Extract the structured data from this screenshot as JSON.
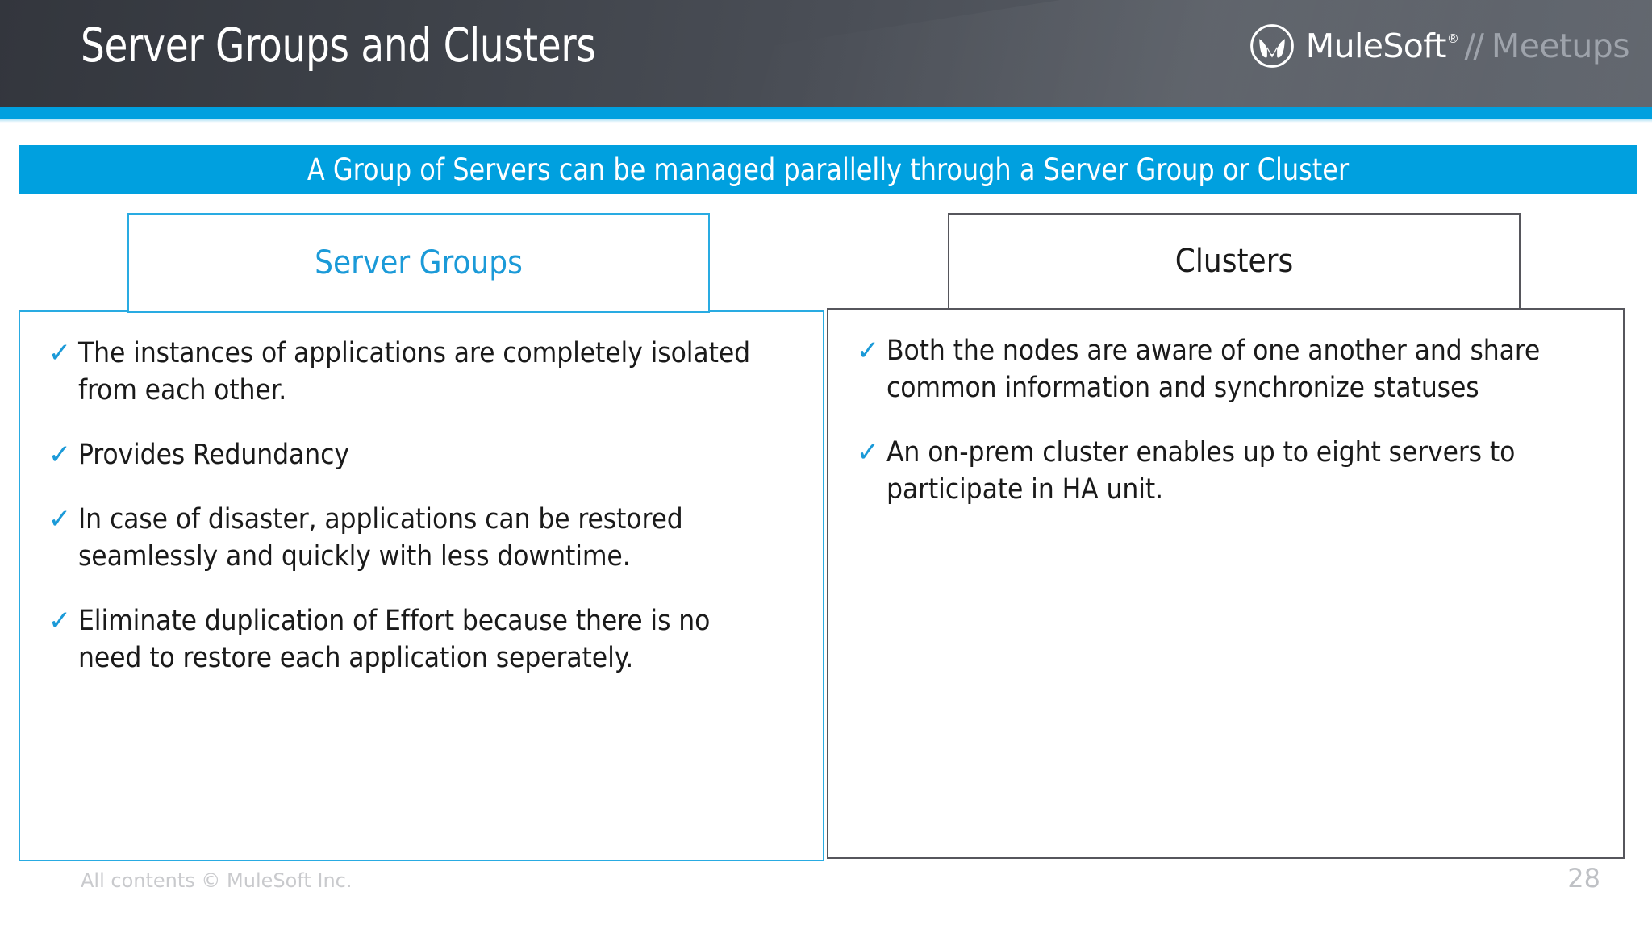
{
  "slide": {
    "title": "Server Groups and Clusters",
    "page_number": "28",
    "footer_copyright": "All contents © MuleSoft Inc."
  },
  "brand": {
    "logo_wordmark": "MuleSoft",
    "logo_registered": "®",
    "logo_separator": "//",
    "logo_product": "Meetups",
    "accent_cyan": "#00a0df",
    "accent_blue": "#29abe2",
    "header_dark": "#33363d",
    "header_light": "#61666e",
    "border_grey": "#56565c"
  },
  "banner": {
    "text": "A Group of Servers can be managed parallelly through a Server Group or Cluster"
  },
  "columns": [
    {
      "tab_label": "Server Groups",
      "bullet_glyph": "✓",
      "bullets": [
        "The instances of applications are completely isolated from each other.",
        "Provides Redundancy",
        "In case of disaster, applications can be restored seamlessly and quickly with less downtime.",
        "Eliminate duplication of Effort because there is no need to restore each application seperately."
      ]
    },
    {
      "tab_label": "Clusters",
      "bullet_glyph": "✓",
      "bullets": [
        "Both the nodes are aware of one another and share common information and synchronize statuses",
        "An on-prem cluster enables up to eight servers to participate in HA unit."
      ]
    }
  ]
}
